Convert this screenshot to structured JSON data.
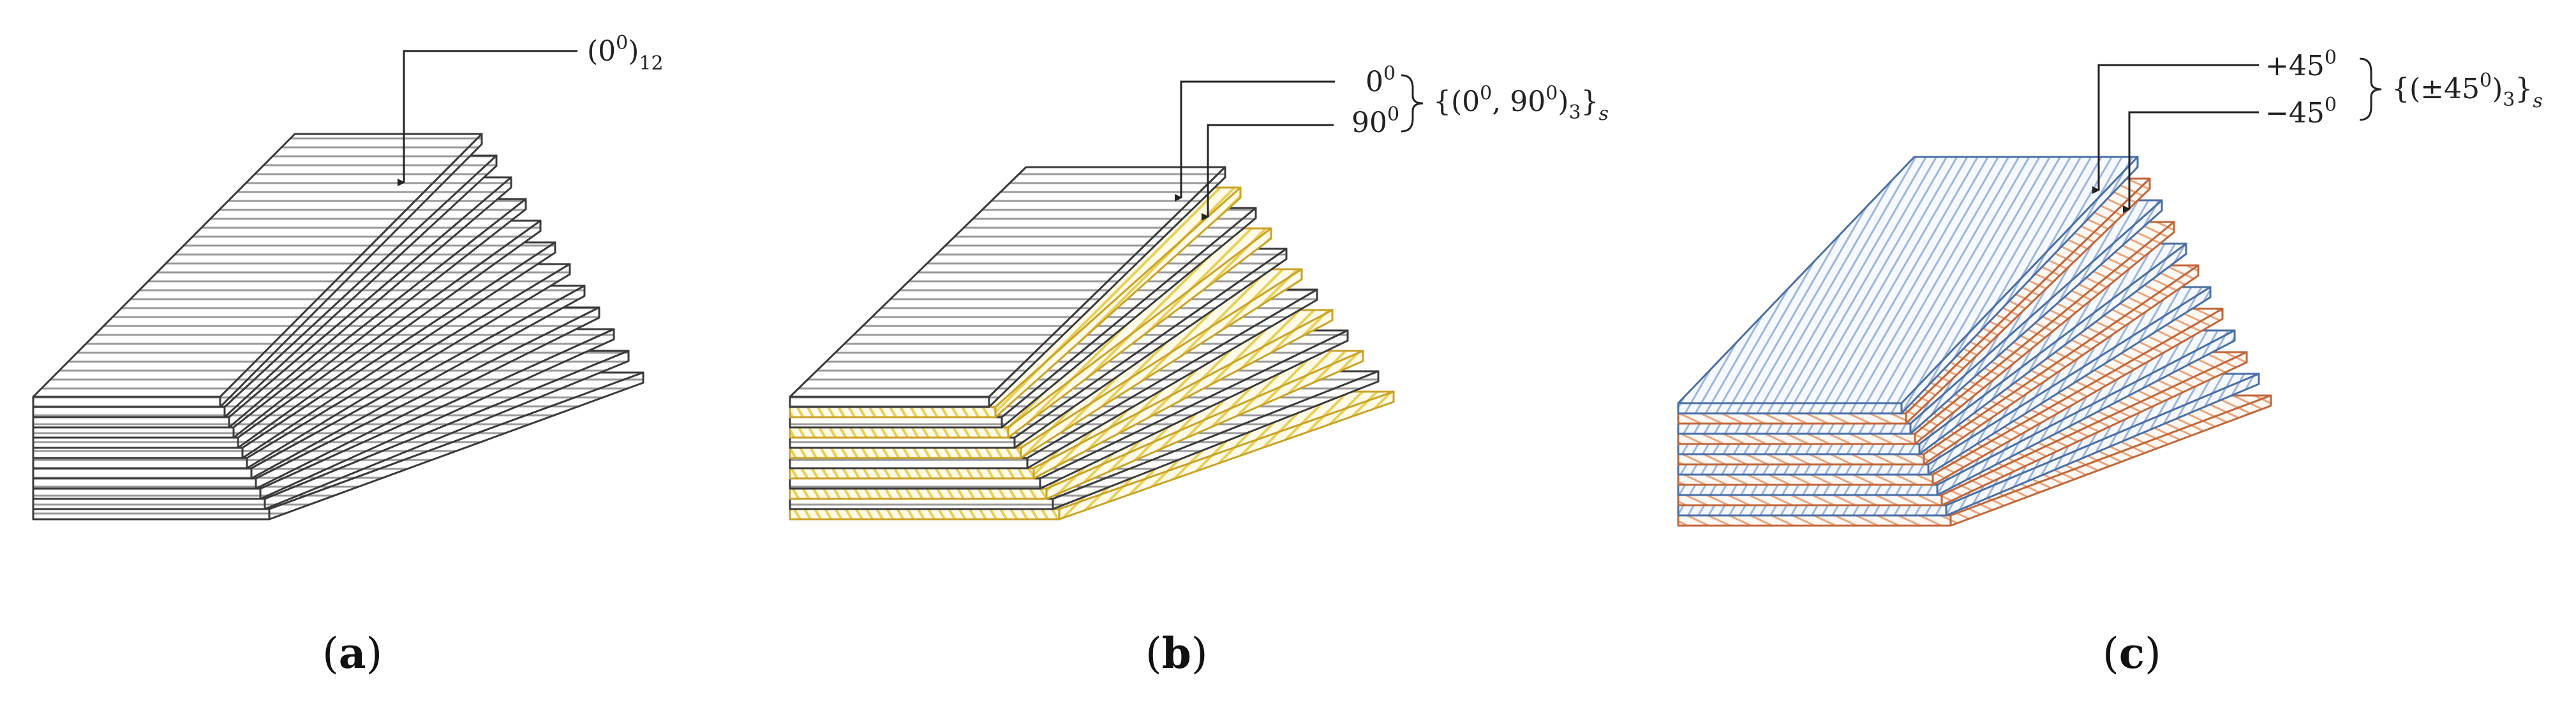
{
  "colors": {
    "grey_stroke": "#3a3a3a",
    "grey_hatch": "#9a9a9a",
    "yellow_stroke": "#c9a227",
    "yellow_hatch": "#e8cf5a",
    "blue_stroke": "#4a6fa5",
    "blue_hatch": "#9db6dc",
    "orange_stroke": "#c0663a",
    "orange_hatch": "#e9a57f"
  },
  "panels": [
    {
      "id": "a",
      "caption_open": "(",
      "caption_letter": "a",
      "caption_close": ")",
      "annotation": {
        "base": "(0",
        "sup": "0",
        "close": ")",
        "sub": "12"
      }
    },
    {
      "id": "b",
      "caption_open": "(",
      "caption_letter": "b",
      "caption_close": ")",
      "ply_labels": [
        {
          "base": "0",
          "sup": "0"
        },
        {
          "base": "90",
          "sup": "0"
        }
      ],
      "stack_label": {
        "part1": "{(0",
        "sup1": "0",
        "part2": ", 90",
        "sup2": "0",
        "part3": ")",
        "sub1": "3",
        "part4": "}",
        "sub2": "s"
      }
    },
    {
      "id": "c",
      "caption_open": "(",
      "caption_letter": "c",
      "caption_close": ")",
      "ply_labels": [
        {
          "base": "+45",
          "sup": "0"
        },
        {
          "base": "−45",
          "sup": "0"
        }
      ],
      "stack_label": {
        "part1": "{(±45",
        "sup1": "0",
        "part2": ")",
        "sub1": "3",
        "part3": "}",
        "sub2": "s"
      }
    }
  ]
}
